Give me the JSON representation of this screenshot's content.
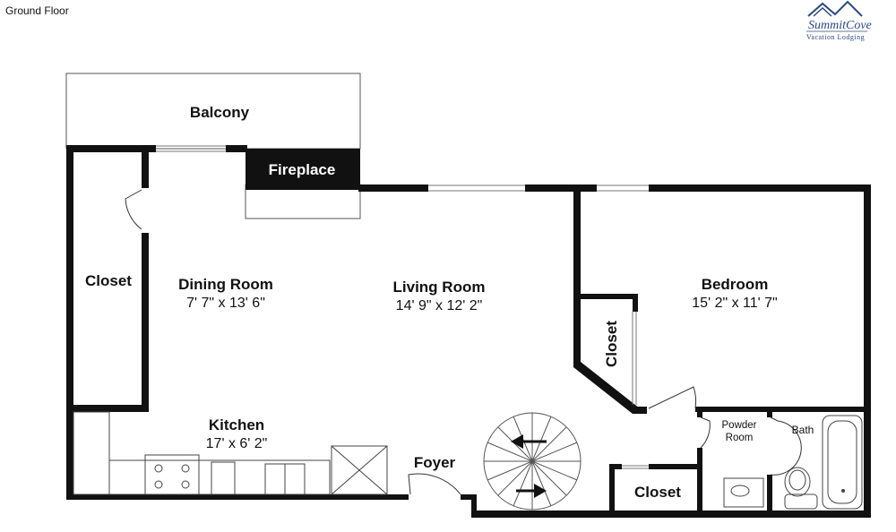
{
  "header": {
    "floor_label": "Ground Floor"
  },
  "logo": {
    "brand_text": "SummitCove",
    "tagline": "Vacation Lodging",
    "color": "#2b4a80"
  },
  "rooms": {
    "balcony": {
      "name": "Balcony"
    },
    "fireplace": {
      "name": "Fireplace"
    },
    "closet_left": {
      "name": "Closet"
    },
    "dining": {
      "name": "Dining Room",
      "dimensions": "7' 7\" x 13' 6\""
    },
    "living": {
      "name": "Living Room",
      "dimensions": "14' 9\" x 12' 2\""
    },
    "bedroom": {
      "name": "Bedroom",
      "dimensions": "15' 2\" x 11' 7\""
    },
    "closet_bedroom": {
      "name": "Closet"
    },
    "kitchen": {
      "name": "Kitchen",
      "dimensions": "17' x 6' 2\""
    },
    "foyer": {
      "name": "Foyer"
    },
    "closet_foyer": {
      "name": "Closet"
    },
    "powder": {
      "name_line1": "Powder",
      "name_line2": "Room"
    },
    "bath": {
      "name": "Bath"
    }
  }
}
